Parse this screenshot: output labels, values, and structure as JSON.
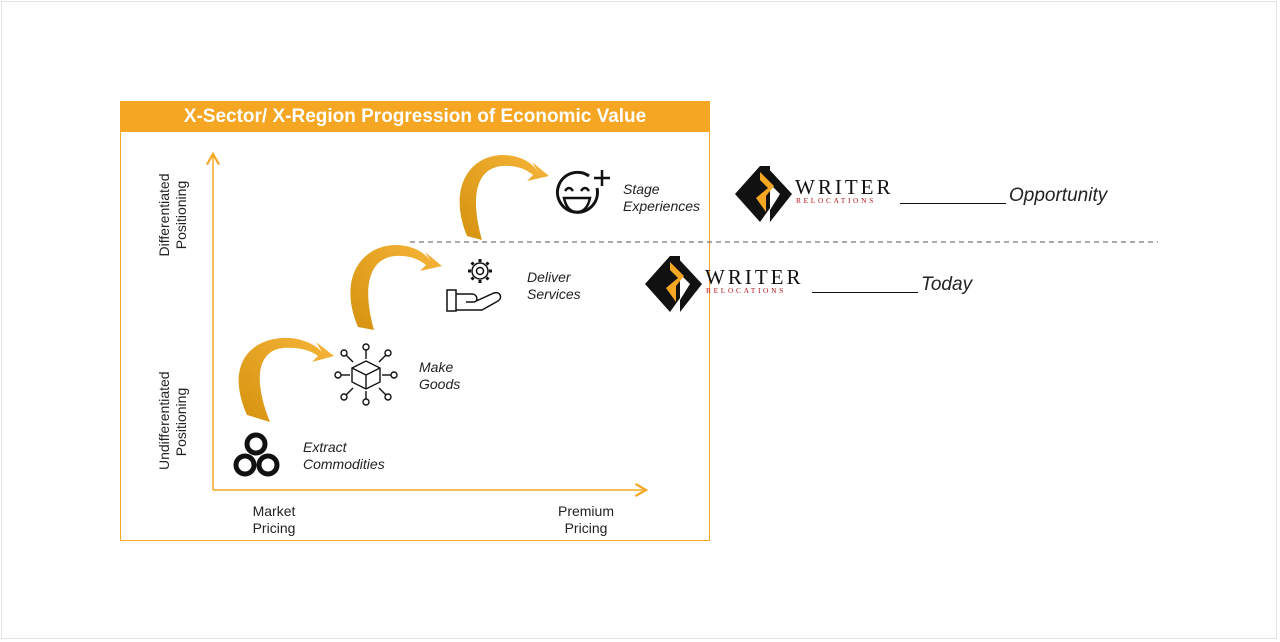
{
  "diagram": {
    "title": "X-Sector/ X-Region Progression of Economic Value",
    "y_axis": {
      "top_label": "Differentiated Positioning",
      "bottom_label": "Undifferentiated Positioning"
    },
    "x_axis": {
      "left_label_1": "Market",
      "left_label_2": "Pricing",
      "right_label_1": "Premium",
      "right_label_2": "Pricing"
    },
    "steps": [
      {
        "line1": "Extract",
        "line2": "Commodities",
        "icon": "coils-icon"
      },
      {
        "line1": "Make",
        "line2": "Goods",
        "icon": "box-network-icon"
      },
      {
        "line1": "Deliver",
        "line2": "Services",
        "icon": "gear-hand-icon"
      },
      {
        "line1": "Stage",
        "line2": "Experiences",
        "icon": "smiley-plus-icon"
      }
    ]
  },
  "brand": {
    "word": "WRITER",
    "sub": "RELOCATIONS",
    "accent_color": "#f5a623",
    "dark_color": "#111111",
    "red_color": "#b3161b"
  },
  "levels": {
    "opportunity": "Opportunity",
    "today": "Today"
  }
}
